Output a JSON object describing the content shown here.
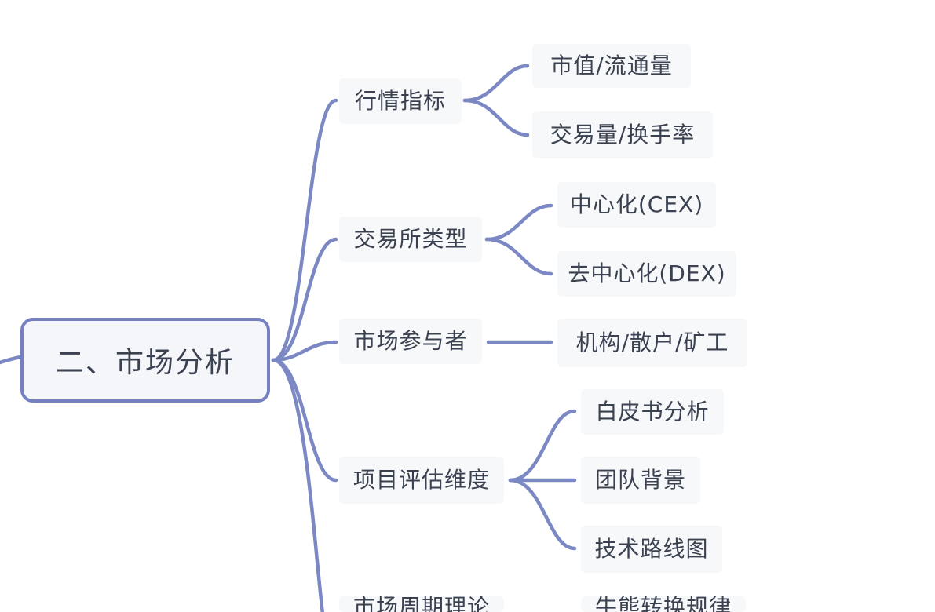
{
  "mindmap": {
    "root": "二、市场分析",
    "branches": [
      {
        "label": "行情指标",
        "children": [
          "市值/流通量",
          "交易量/换手率"
        ]
      },
      {
        "label": "交易所类型",
        "children": [
          "中心化(CEX)",
          "去中心化(DEX)"
        ]
      },
      {
        "label": "市场参与者",
        "children": [
          "机构/散户/矿工"
        ]
      },
      {
        "label": "项目评估维度",
        "children": [
          "白皮书分析",
          "团队背景",
          "技术路线图"
        ]
      },
      {
        "label": "市场周期理论",
        "children": [
          "牛熊转换规律"
        ]
      }
    ]
  },
  "colors": {
    "connector": "#7b88c4",
    "root_border": "#7480c0",
    "node_bg": "#f7f8fa",
    "text": "#3a4150"
  }
}
